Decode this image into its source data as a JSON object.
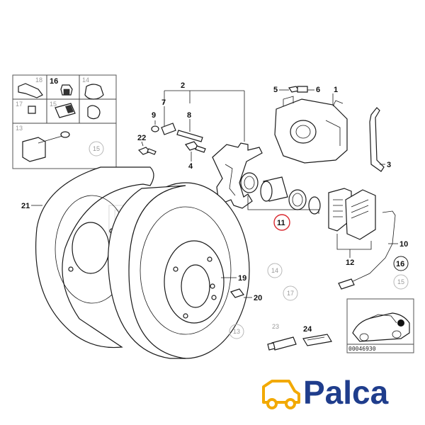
{
  "callouts": {
    "c1": "1",
    "c2": "2",
    "c3": "3",
    "c4": "4",
    "c5": "5",
    "c6": "6",
    "c7": "7",
    "c8": "8",
    "c9": "9",
    "c10": "10",
    "c11": "11",
    "c12": "12",
    "c16": "16",
    "c19": "19",
    "c20": "20",
    "c21": "21",
    "c22": "22",
    "c23": "23",
    "c24": "24"
  },
  "inset_box": {
    "n18": "18",
    "n16": "16",
    "n14": "14",
    "n17": "17",
    "n15": "15",
    "n13": "13"
  },
  "grey_circles": {
    "g15a": "15",
    "g14": "14",
    "g17": "17",
    "g13": "13",
    "g15b": "15"
  },
  "car_inset": {
    "ref_code": "00046930"
  },
  "watermark": {
    "text": "Palca"
  },
  "logo": {
    "text": "Palca",
    "color": "#1f3d8c",
    "icon_color": "#f2a900"
  },
  "colors": {
    "highlight_circle": "#d9282f"
  }
}
